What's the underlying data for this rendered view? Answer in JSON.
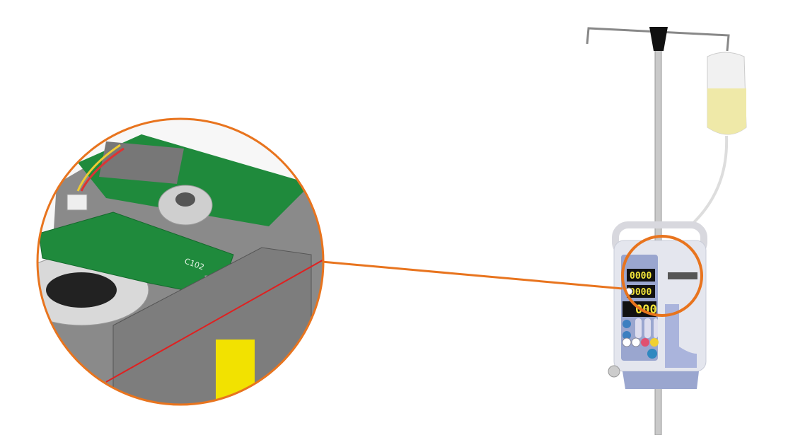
{
  "board_label": "C102",
  "pump": {
    "display_rate": "0000",
    "display_volume": "0000",
    "display_total": "000"
  },
  "colors": {
    "callout": "#e8741e",
    "pcb": "#1f8a3c",
    "housing": "#8c8c8c",
    "pump_body": "#e4e6ee",
    "pump_panel": "#9aa6cf"
  }
}
